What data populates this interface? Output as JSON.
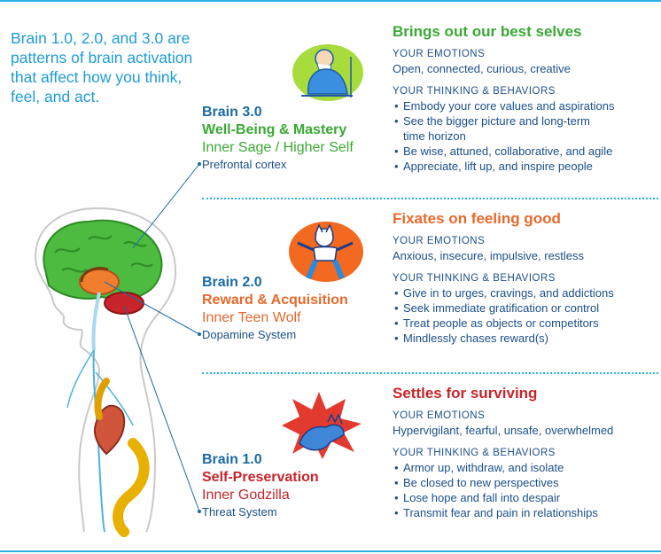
{
  "intro": "Brain 1.0, 2.0, and 3.0 are patterns of brain activation that affect how you think, feel, and act.",
  "colors": {
    "accent": "#29b1e3",
    "green": "#3aa935",
    "orange": "#e8692b",
    "red": "#c8242b",
    "navy": "#1b4f8a"
  },
  "brains": [
    {
      "num": "Brain 3.0",
      "name": "Well-Being & Mastery",
      "inner": "Inner Sage / Higher Self",
      "system": "Prefrontal cortex",
      "title": "Brings out our best selves",
      "emotions_label": "YOUR EMOTIONS",
      "emotions": "Open, connected, curious, creative",
      "thinking_label": "YOUR THINKING & BEHAVIORS",
      "bullets": [
        "Embody your core values and aspirations",
        "See the bigger picture and long-term",
        "time horizon",
        "Be wise, attuned, collaborative, and agile",
        "Appreciate, lift up, and inspire people"
      ]
    },
    {
      "num": "Brain 2.0",
      "name": "Reward & Acquisition",
      "inner": "Inner Teen Wolf",
      "system": "Dopamine System",
      "title": "Fixates on feeling good",
      "emotions_label": "YOUR EMOTIONS",
      "emotions": "Anxious, insecure, impulsive, restless",
      "thinking_label": "YOUR THINKING & BEHAVIORS",
      "bullets": [
        "Give in to urges, cravings, and addictions",
        "Seek immediate gratification or control",
        "Treat people as objects or competitors",
        "Mindlessly chases reward(s)"
      ]
    },
    {
      "num": "Brain 1.0",
      "name": "Self-Preservation",
      "inner": "Inner Godzilla",
      "system": "Threat System",
      "title": "Settles for surviving",
      "emotions_label": "YOUR EMOTIONS",
      "emotions": "Hypervigilant, fearful, unsafe, overwhelmed",
      "thinking_label": "YOUR THINKING & BEHAVIORS",
      "bullets": [
        "Armor up, withdraw, and isolate",
        "Be closed to new perspectives",
        "Lose hope and fall into despair",
        "Transmit fear and pain in relationships"
      ]
    }
  ]
}
